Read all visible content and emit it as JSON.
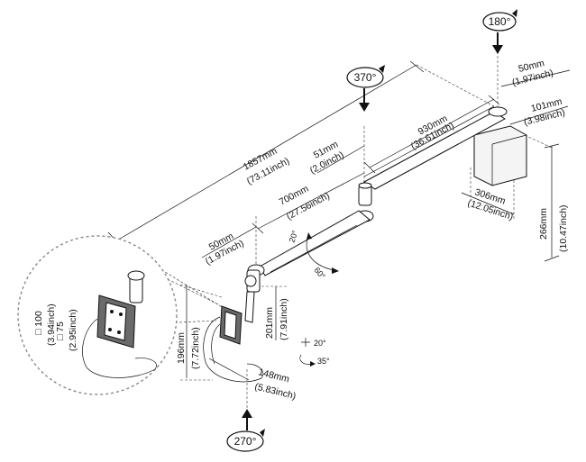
{
  "rotations": {
    "top": "180°",
    "mid": "370°",
    "bottom": "270°"
  },
  "dimensions": {
    "d50_top": {
      "mm": "50mm",
      "inch": "(1.97inch)"
    },
    "d101": {
      "mm": "101mm",
      "inch": "(3.98inch)"
    },
    "d930": {
      "mm": "930mm",
      "inch": "(36.61inch)"
    },
    "d51": {
      "mm": "51mm",
      "inch": "(2.0inch)"
    },
    "d1857": {
      "mm": "1857mm",
      "inch": "(73.11inch)"
    },
    "d700": {
      "mm": "700mm",
      "inch": "(27.56inch)"
    },
    "d50_left": {
      "mm": "50mm",
      "inch": "(1.97inch)"
    },
    "d306": {
      "mm": "306mm",
      "inch": "(12.05inch)"
    },
    "d266": {
      "mm": "266mm",
      "inch": "(10.47inch)"
    },
    "d201": {
      "mm": "201mm",
      "inch": "(7.91inch)"
    },
    "d196": {
      "mm": "196mm",
      "inch": "(7.72inch)"
    },
    "d148": {
      "mm": "148mm",
      "inch": "(5.83inch)"
    }
  },
  "vesa": {
    "v100": "□ 100",
    "v100_inch": "(3.94inch)",
    "v75": "□ 75",
    "v75_inch": "(2.95inch)"
  },
  "angles": {
    "a20_arm": "20°",
    "a60": "60°",
    "a20_tilt": "20°",
    "a35": "35°"
  }
}
